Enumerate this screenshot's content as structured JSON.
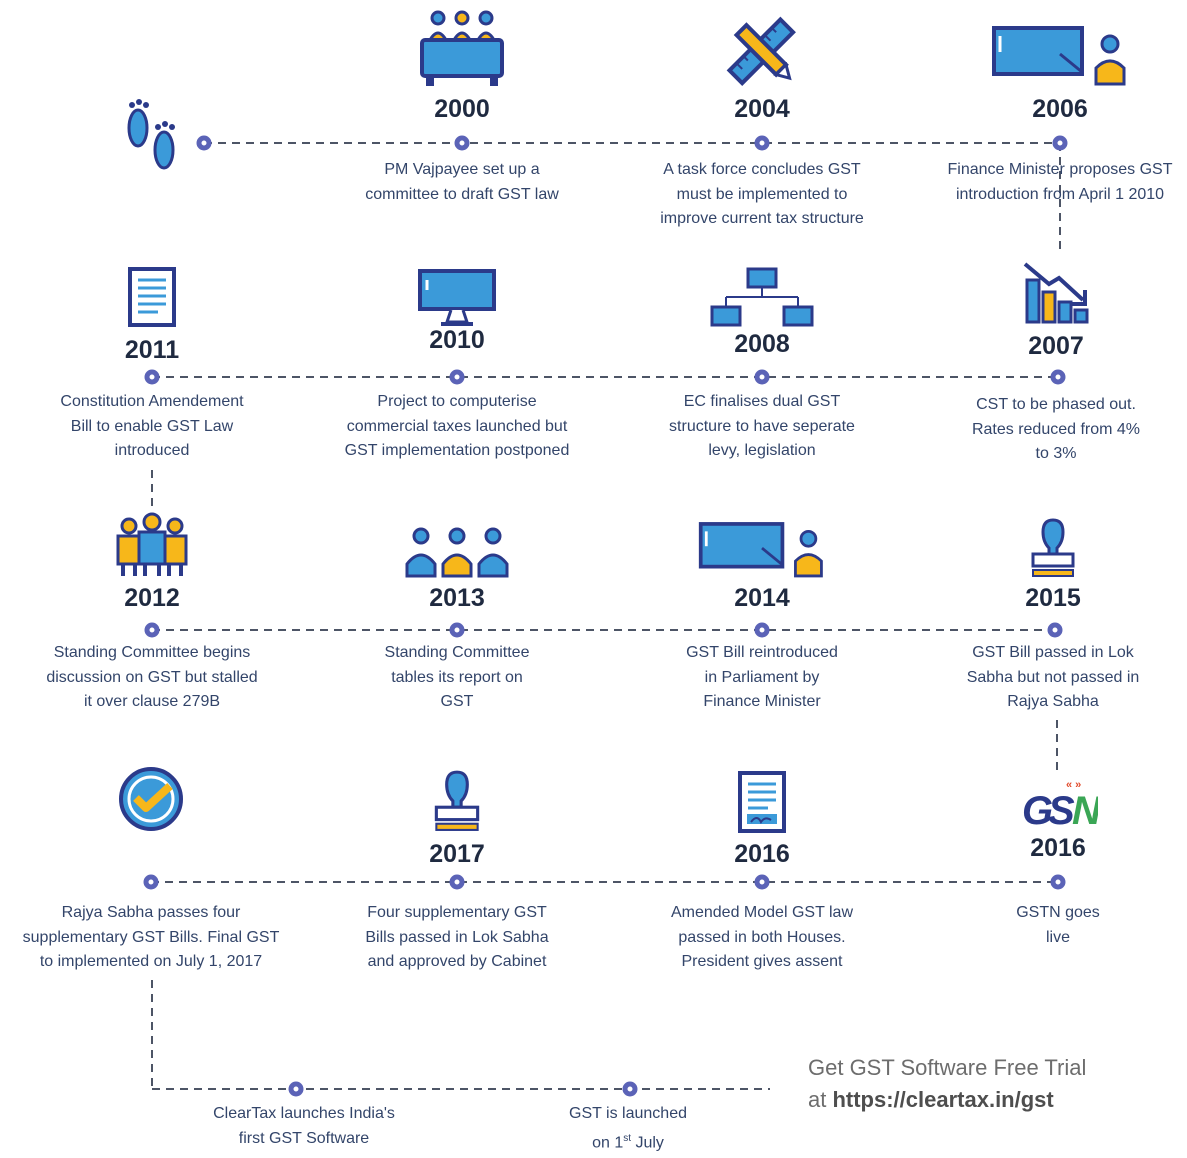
{
  "events": [
    {
      "id": "2000",
      "year": "2000",
      "icon": "committee-icon",
      "lines": [
        "PM Vajpayee set up a",
        "committee to draft GST law"
      ]
    },
    {
      "id": "2004",
      "year": "2004",
      "icon": "pencil-ruler-icon",
      "lines": [
        "A task force concludes GST",
        "must be implemented to",
        "improve current tax structure"
      ]
    },
    {
      "id": "2006",
      "year": "2006",
      "icon": "presentation-icon",
      "lines": [
        "Finance Minister proposes GST",
        "introduction from April 1 2010"
      ]
    },
    {
      "id": "2011",
      "year": "2011",
      "icon": "document-icon",
      "lines": [
        "Constitution Amendement",
        "Bill to enable GST Law",
        "introduced"
      ]
    },
    {
      "id": "2010",
      "year": "2010",
      "icon": "computer-monitor-icon",
      "lines": [
        "Project to computerise",
        "commercial taxes launched but",
        "GST implementation postponed"
      ]
    },
    {
      "id": "2008",
      "year": "2008",
      "icon": "hierarchy-diagram-icon",
      "lines": [
        "EC finalises dual GST",
        "structure to have seperate",
        "levy, legislation"
      ]
    },
    {
      "id": "2007",
      "year": "2007",
      "icon": "declining-chart-icon",
      "lines": [
        "CST to be phased out.",
        "Rates reduced from 4%",
        "to 3%"
      ]
    },
    {
      "id": "2012",
      "year": "2012",
      "icon": "group-icon",
      "lines": [
        "Standing Committee begins",
        "discussion on GST but stalled",
        "it over clause 279B"
      ]
    },
    {
      "id": "2013",
      "year": "2013",
      "icon": "three-people-icon",
      "lines": [
        "Standing Committee",
        "tables its report on",
        "GST"
      ]
    },
    {
      "id": "2014",
      "year": "2014",
      "icon": "presentation-icon",
      "lines": [
        "GST Bill reintroduced",
        "in Parliament by",
        "Finance Minister"
      ]
    },
    {
      "id": "2015",
      "year": "2015",
      "icon": "stamp-icon",
      "lines": [
        "GST Bill passed in Lok",
        "Sabha but not passed in",
        "Rajya Sabha"
      ]
    },
    {
      "id": "2017",
      "year": "",
      "icon": "checkmark-badge-icon",
      "lines": [
        "Rajya Sabha passes four",
        "supplementary GST Bills. Final GST",
        "to implemented on July 1, 2017"
      ]
    },
    {
      "id": "2017b",
      "year": "2017",
      "icon": "stamp-icon",
      "lines": [
        "Four supplementary GST",
        "Bills passed in Lok Sabha",
        "and approved by Cabinet"
      ]
    },
    {
      "id": "2016a",
      "year": "2016",
      "icon": "signed-document-icon",
      "lines": [
        "Amended Model GST law",
        "passed in  both Houses.",
        "President gives assent"
      ]
    },
    {
      "id": "2016b",
      "year": "2016",
      "icon": "gstn-logo-icon",
      "logo_text": "GSTN",
      "lines": [
        "GSTN goes",
        "live"
      ]
    },
    {
      "id": "cleartax",
      "year": "",
      "icon": "",
      "lines": [
        "ClearTax launches India's",
        "first GST Software"
      ]
    },
    {
      "id": "launch",
      "year": "",
      "icon": "",
      "lines": [
        "GST is launched",
        "on 1",
        "st",
        " July"
      ]
    }
  ],
  "start_icon": "footprints-icon",
  "promo": {
    "line1": "Get GST Software Free Trial",
    "prefix": "at ",
    "url": "https://cleartax.in/gst"
  },
  "colors": {
    "accent": "#5b63b7",
    "blue": "#3b9ad9",
    "navy": "#2b3a8a",
    "yellow": "#f7b71a",
    "text": "#33456a",
    "year": "#1f2a40"
  }
}
